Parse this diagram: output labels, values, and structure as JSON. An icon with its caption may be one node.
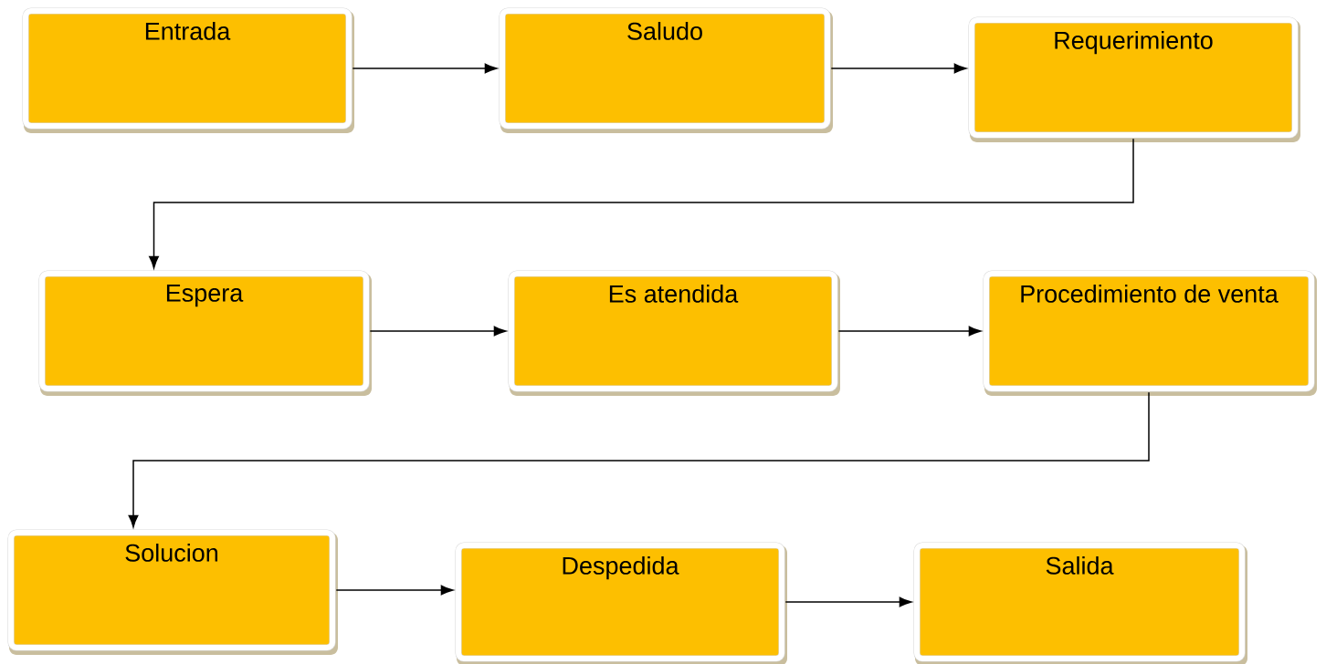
{
  "diagram": {
    "nodes": [
      {
        "text": [
          "Entrada"
        ]
      },
      {
        "text": [
          "Saludo"
        ]
      },
      {
        "text": [
          "Requerimiento"
        ]
      },
      {
        "text": [
          "Espera"
        ]
      },
      {
        "text": [
          "Es atendida"
        ]
      },
      {
        "text": [
          "Procedimiento de venta"
        ]
      },
      {
        "text": [
          "Solucion"
        ]
      },
      {
        "text": [
          "Despedida"
        ]
      },
      {
        "text": [
          "Salida"
        ]
      }
    ],
    "edges": [
      {
        "from": 0,
        "to": 1,
        "arrow": "to"
      },
      {
        "from": 1,
        "to": 2,
        "arrow": "to"
      },
      {
        "from": 2,
        "to": 3,
        "arrow": "to"
      },
      {
        "from": 3,
        "to": 4,
        "arrow": "to"
      },
      {
        "from": 4,
        "to": 5,
        "arrow": "to"
      },
      {
        "from": 5,
        "to": 6,
        "arrow": "to"
      },
      {
        "from": 6,
        "to": 7,
        "arrow": "to"
      },
      {
        "from": 7,
        "to": 8,
        "arrow": "to"
      }
    ]
  }
}
